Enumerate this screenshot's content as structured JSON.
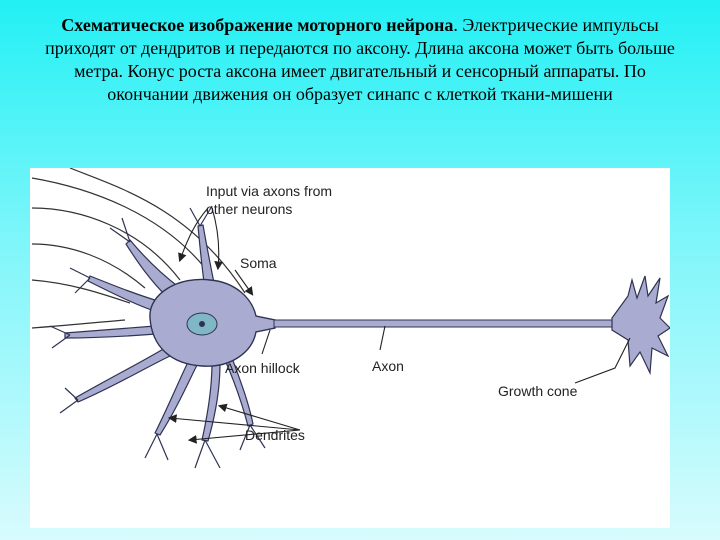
{
  "caption": {
    "bold": "Схематическое изображение моторного нейрона",
    "rest": ". Электрические импульсы приходят от дендритов и передаются по аксону. Длина аксона может быть больше метра. Конус роста аксона имеет двигательный и сенсорный аппараты. По окончании движения он образует синапс с клеткой ткани-мишени"
  },
  "labels": {
    "input_line1": "Input via axons from",
    "input_line2": "other neurons",
    "soma": "Soma",
    "axon_hillock": "Axon hillock",
    "axon": "Axon",
    "growth_cone": "Growth cone",
    "dendrites": "Dendrites"
  },
  "colors": {
    "cell_fill": "#a9acd0",
    "cell_stroke": "#2f3352",
    "nucleus": "#7fb7c4"
  }
}
